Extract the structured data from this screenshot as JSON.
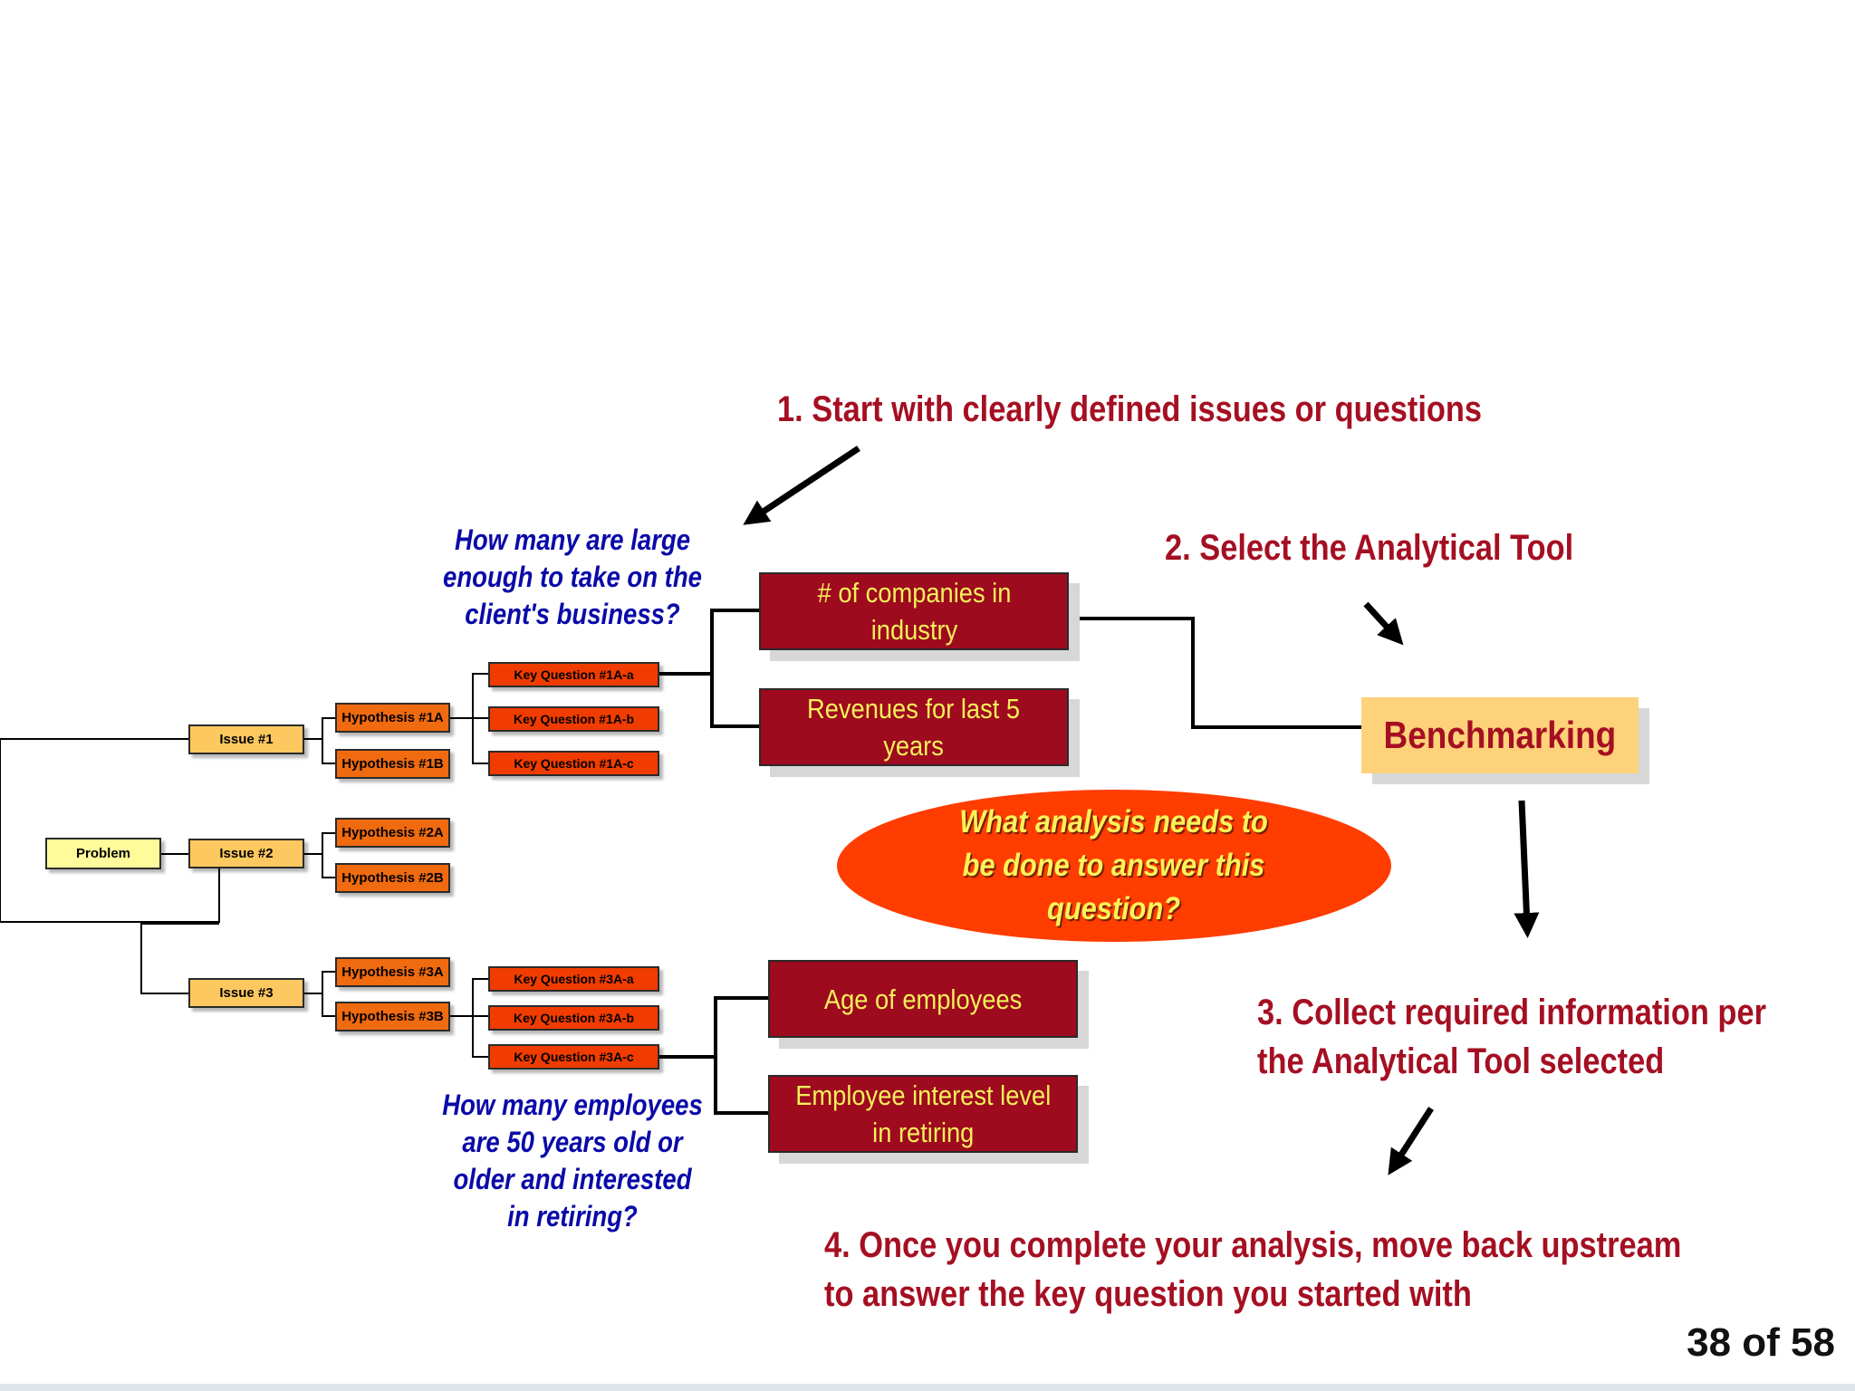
{
  "steps": {
    "step1": [
      "1. Start with clearly defined issues or questions"
    ],
    "step2": [
      "2. Select the Analytical Tool"
    ],
    "step3": [
      "3. Collect required information per",
      "the Analytical Tool selected"
    ],
    "step4": [
      "4. Once you complete your analysis, move back upstream",
      "to answer the key question you started with"
    ]
  },
  "questions": {
    "top": [
      "How many are large",
      "enough to take on the",
      "client's business?"
    ],
    "bottom": [
      "How many employees",
      "are 50 years old or",
      "older and interested",
      "in retiring?"
    ]
  },
  "tree": {
    "problem": "Problem",
    "issue1": "Issue #1",
    "issue2": "Issue #2",
    "issue3": "Issue #3",
    "hyp1a": "Hypothesis #1A",
    "hyp1b": "Hypothesis #1B",
    "hyp2a": "Hypothesis #2A",
    "hyp2b": "Hypothesis #2B",
    "hyp3a": "Hypothesis #3A",
    "hyp3b": "Hypothesis #3B",
    "kq1a_a": "Key Question #1A-a",
    "kq1a_b": "Key Question #1A-b",
    "kq1a_c": "Key Question #1A-c",
    "kq3a_a": "Key Question #3A-a",
    "kq3a_b": "Key Question #3A-b",
    "kq3a_c": "Key Question #3A-c"
  },
  "analysis": {
    "companies": [
      "# of companies in",
      "industry"
    ],
    "revenues": [
      "Revenues for last 5",
      "years"
    ],
    "age": [
      "Age of employees"
    ],
    "interest": [
      "Employee interest level",
      "in retiring"
    ]
  },
  "tool": "Benchmarking",
  "callout": [
    "What analysis needs to",
    "be done to answer this",
    "question?"
  ],
  "page_number": "38 of 58",
  "colors": {
    "step_text": "#a50f22",
    "question_text": "#0a0aa8",
    "analysis_box": "#9e0a1e",
    "analysis_text": "#f4ef5a",
    "benchmark_box": "#fdd27a",
    "callout_fill": "#ff3d00",
    "callout_text": "#fbf25a",
    "problem_box": "#fffa9a",
    "issue_box": "#fdc860",
    "hypothesis_box": "#f06a10",
    "key_question_box": "#f03c00"
  }
}
